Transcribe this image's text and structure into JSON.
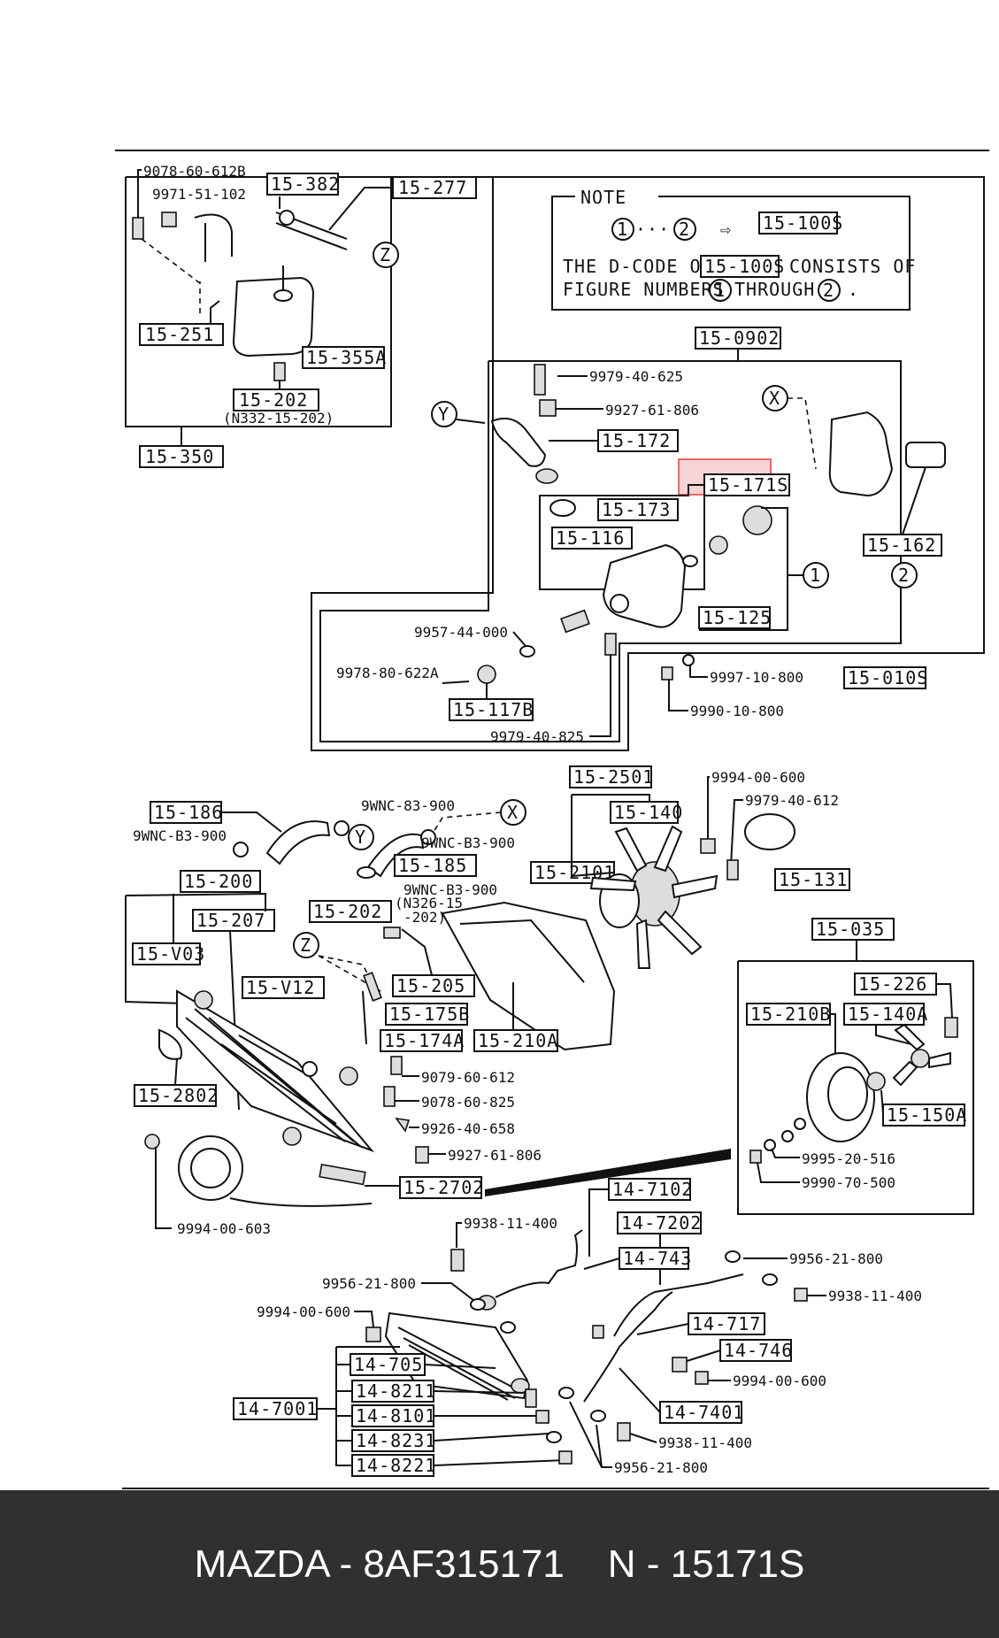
{
  "note": {
    "title": "NOTE",
    "seq": "①···②",
    "arrow": "⇨",
    "ref": "15-100S",
    "line1_a": "THE D-CODE OF",
    "line1_b": "CONSISTS OF",
    "line2_a": "FIGURE NUMBERS",
    "line2_b": "THROUGH",
    "line2_c": ".",
    "c1": "1",
    "c2": "2"
  },
  "labels": {
    "p15_382": "15-382",
    "p15_277": "15-277",
    "p15_251": "15-251",
    "p15_355a": "15-355A",
    "p15_202": "15-202",
    "p15_202_sub": "(N332-15-202)",
    "p15_350": "15-350",
    "p15_0902": "15-0902",
    "p15_172": "15-172",
    "p15_171s": "15-171S",
    "p15_173": "15-173",
    "p15_116": "15-116",
    "p15_125": "15-125",
    "p15_162": "15-162",
    "p15_010s": "15-010S",
    "p15_117b": "15-117B",
    "p15_2501": "15-2501",
    "p15_140": "15-140",
    "p15_2101": "15-2101",
    "p15_131": "15-131",
    "p15_186": "15-186",
    "p15_185": "15-185",
    "p15_200": "15-200",
    "p15_207": "15-207",
    "p15_202b": "15-202",
    "p15_202b_sub1": "(N326-15",
    "p15_202b_sub2": "-202)",
    "p15_v03": "15-V03",
    "p15_v12": "15-V12",
    "p15_205": "15-205",
    "p15_175b": "15-175B",
    "p15_174a": "15-174A",
    "p15_210a": "15-210A",
    "p15_035": "15-035",
    "p15_226": "15-226",
    "p15_210b": "15-210B",
    "p15_140a": "15-140A",
    "p15_150a": "15-150A",
    "p15_2802": "15-2802",
    "p15_2702": "15-2702",
    "p14_7102": "14-7102",
    "p14_7202": "14-7202",
    "p14_743": "14-743",
    "p14_717": "14-717",
    "p14_746": "14-746",
    "p14_7401": "14-7401",
    "p14_7001": "14-7001",
    "p14_705": "14-705",
    "p14_8211": "14-8211",
    "p14_8101": "14-8101",
    "p14_8231": "14-8231",
    "p14_8221": "14-8221"
  },
  "numbers": {
    "n9078_60_612b": "9078-60-612B",
    "n9971_51_102": "9971-51-102",
    "n9979_40_625": "9979-40-625",
    "n9927_61_806": "9927-61-806",
    "n9957_44_000": "9957-44-000",
    "n9978_80_622a": "9978-80-622A",
    "n9997_10_800": "9997-10-800",
    "n9990_10_800": "9990-10-800",
    "n9979_40_825": "9979-40-825",
    "n9994_00_600a": "9994-00-600",
    "n9979_40_612": "9979-40-612",
    "n9wnc_83_900a": "9WNC-83-900",
    "n9wnc_b3_900a": "9WNC-B3-900",
    "n9wnc_b3_900b": "9WNC-B3-900",
    "n9wnc_b3_900c": "9WNC-B3-900",
    "n9079_60_612": "9079-60-612",
    "n9078_60_825": "9078-60-825",
    "n9926_40_658": "9926-40-658",
    "n9927_61_806b": "9927-61-806",
    "n9995_20_516": "9995-20-516",
    "n9990_70_500": "9990-70-500",
    "n9994_00_603": "9994-00-603",
    "n9938_11_400a": "9938-11-400",
    "n9956_21_800a": "9956-21-800",
    "n9956_21_800b": "9956-21-800",
    "n9938_11_400b": "9938-11-400",
    "n9994_00_600b": "9994-00-600",
    "n9994_00_600c": "9994-00-600",
    "n9938_11_400c": "9938-11-400",
    "n9956_21_800c": "9956-21-800"
  },
  "markers": {
    "x": "X",
    "y": "Y",
    "z": "Z",
    "c1": "1",
    "c2": "2"
  },
  "footer": "MAZDA - 8AF315171    N - 15171S",
  "colors": {
    "highlight": "#e8282833",
    "highlight_border": "#e83c3c",
    "footer_bg": "#303030",
    "footer_text": "#ffffff"
  }
}
